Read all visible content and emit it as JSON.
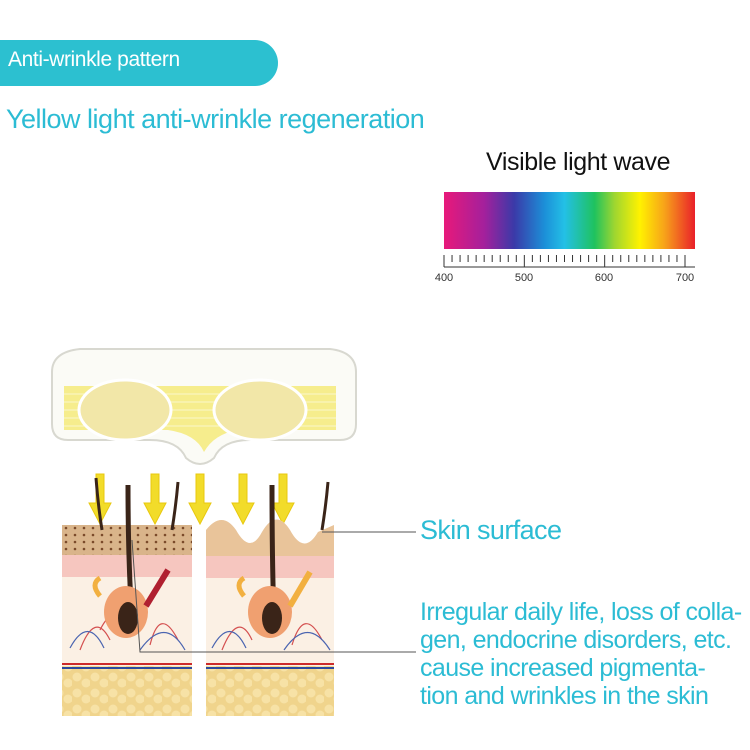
{
  "header": {
    "badge_label": "Anti-wrinkle pattern"
  },
  "subtitle": "Yellow light anti-wrinkle regeneration",
  "spectrum": {
    "title": "Visible light wave",
    "tick_labels": [
      "400",
      "500",
      "600",
      "700"
    ],
    "colors": [
      "#e8197a",
      "#3a3aa8",
      "#23c0e6",
      "#1fc25e",
      "#fff200",
      "#e9202a"
    ]
  },
  "callouts": {
    "skin_surface": "Skin surface",
    "causes_lines": [
      "Irregular daily life, loss of colla-",
      "gen, endocrine disorders, etc.",
      "cause increased pigmenta-",
      "tion and wrinkles in the skin"
    ]
  },
  "colors": {
    "accent": "#2cbcd4",
    "light_yellow": "#f5ea7a",
    "arrow": "#f2dc2a"
  }
}
